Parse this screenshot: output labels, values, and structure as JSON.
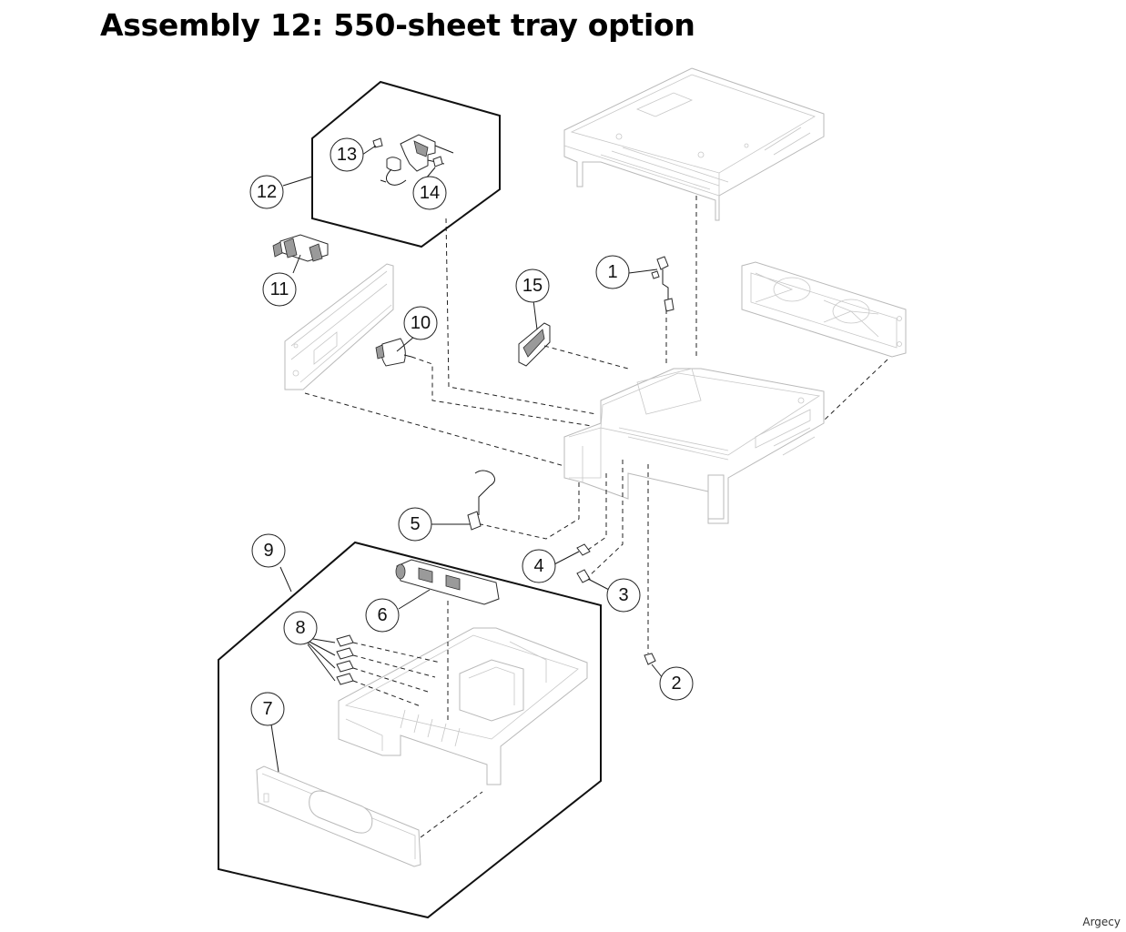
{
  "title": "Assembly 12: 550-sheet tray option",
  "watermark": "Argecy",
  "callouts": {
    "c1": "1",
    "c2": "2",
    "c3": "3",
    "c4": "4",
    "c5": "5",
    "c6": "6",
    "c7": "7",
    "c8": "8",
    "c9": "9",
    "c10": "10",
    "c11": "11",
    "c12": "12",
    "c13": "13",
    "c14": "14",
    "c15": "15"
  }
}
